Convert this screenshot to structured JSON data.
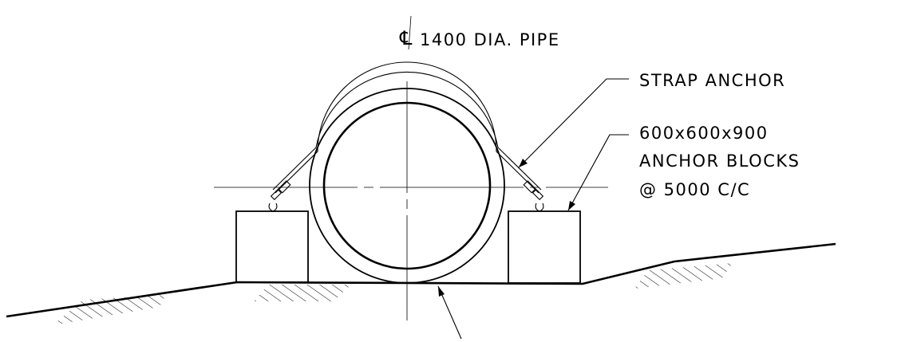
{
  "labels": {
    "centerline_symbol": "℄",
    "pipe": "1400 DIA. PIPE",
    "strap": "STRAP ANCHOR",
    "blocks_line1": "600x600x900",
    "blocks_line2": "ANCHOR BLOCKS",
    "blocks_line3": "@ 5000 C/C"
  }
}
